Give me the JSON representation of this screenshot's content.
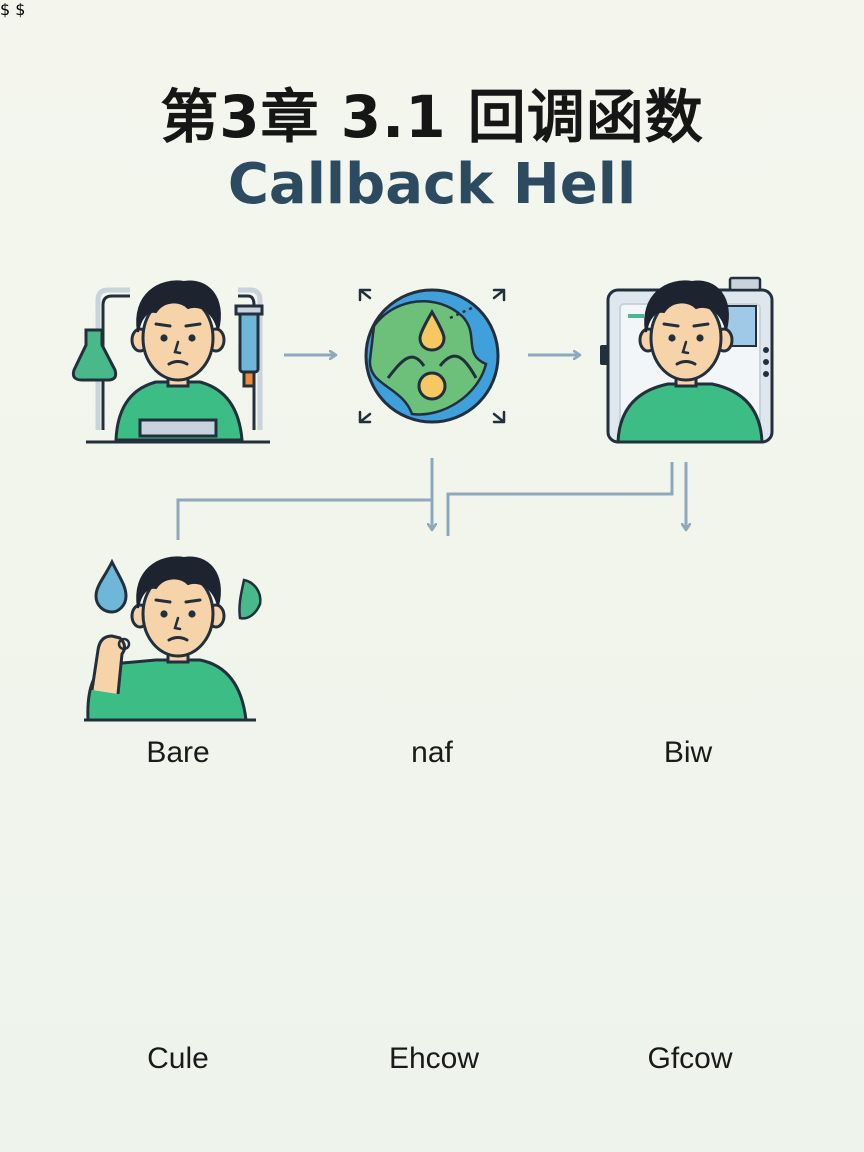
{
  "header": {
    "title": "第3章 3.1 回调函数",
    "subtitle": "Callback Hell"
  },
  "nodes": [
    {
      "id": "n1",
      "kind": "person-lab",
      "label": ""
    },
    {
      "id": "n2",
      "kind": "globe",
      "label": ""
    },
    {
      "id": "n3",
      "kind": "person-device",
      "label": ""
    },
    {
      "id": "n4",
      "kind": "person-drop",
      "label": "Bare"
    },
    {
      "id": "n5",
      "kind": "computer",
      "label": "naf"
    },
    {
      "id": "n6",
      "kind": "person-dollar",
      "label": "Biw"
    },
    {
      "id": "n7",
      "kind": "person-gem",
      "label": "Cule"
    },
    {
      "id": "n8",
      "kind": "person-dollar-blue",
      "label": "Ehcow"
    },
    {
      "id": "n9",
      "kind": "person-check",
      "label": "Gfcow"
    }
  ],
  "icons": {
    "dollar_symbol": "$"
  },
  "colors": {
    "shirt_green": "#3dbd86",
    "shirt_blue": "#3a82c4",
    "skin": "#f7d3aa",
    "hair": "#1d2430",
    "outline": "#222f3c",
    "arrow": "#8ea9bd",
    "accent_yellow": "#f3c53b",
    "title": "#161616",
    "subtitle": "#2c4a60"
  }
}
